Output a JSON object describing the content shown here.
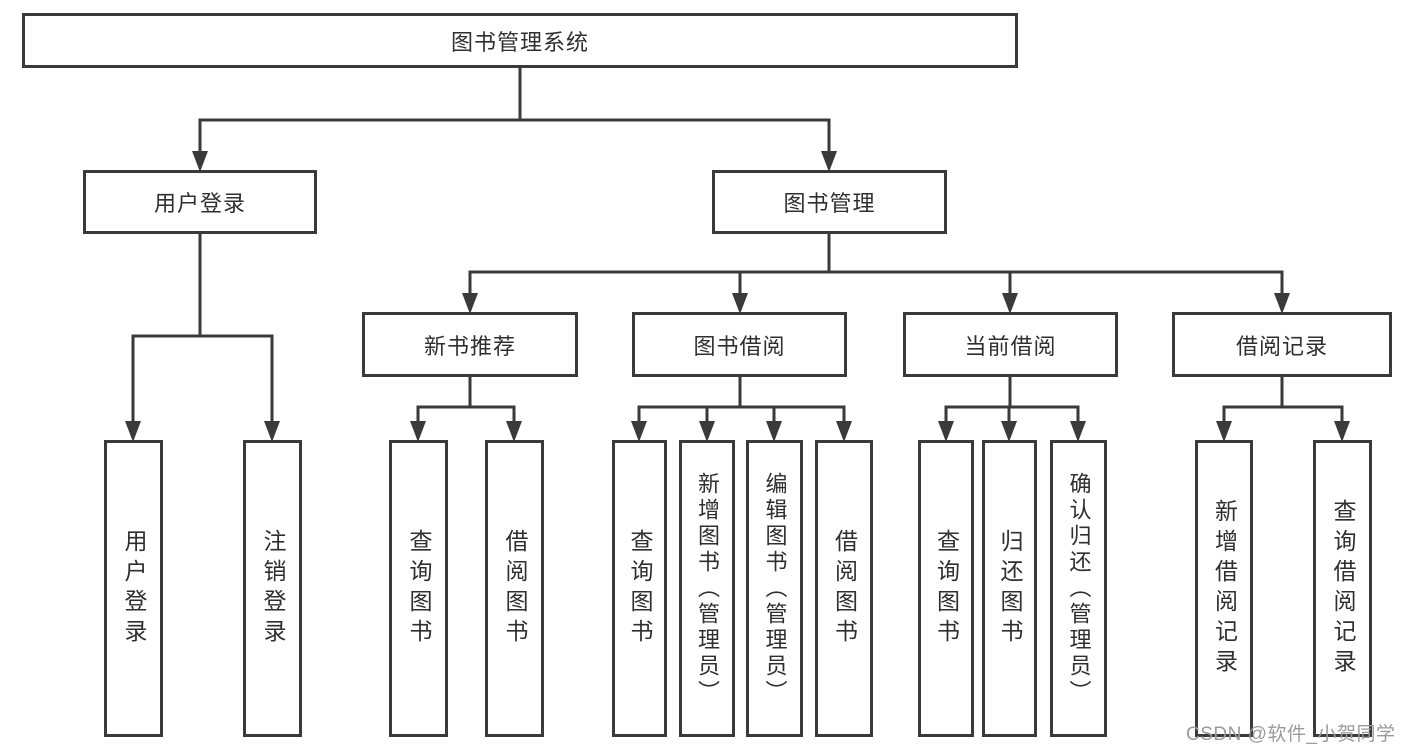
{
  "diagram": {
    "root": "图书管理系统",
    "level2": [
      "用户登录",
      "图书管理"
    ],
    "level3": [
      "新书推荐",
      "图书借阅",
      "当前借阅",
      "借阅记录"
    ],
    "leaves": [
      [
        "用户登录",
        "注销登录"
      ],
      [
        "查询图书",
        "借阅图书"
      ],
      [
        "查询图书",
        "新增图书（管理员）",
        "编辑图书（管理员）",
        "借阅图书"
      ],
      [
        "查询图书",
        "归还图书",
        "确认归还（管理员）"
      ],
      [
        "新增借阅记录",
        "查询借阅记录"
      ]
    ]
  },
  "watermark": {
    "text": "CSDN @软件_小贺同学"
  },
  "colors": {
    "line": "#3a3a3a",
    "text": "#2f2f2f",
    "watermark": "#9b9b9b",
    "background": "#ffffff"
  }
}
